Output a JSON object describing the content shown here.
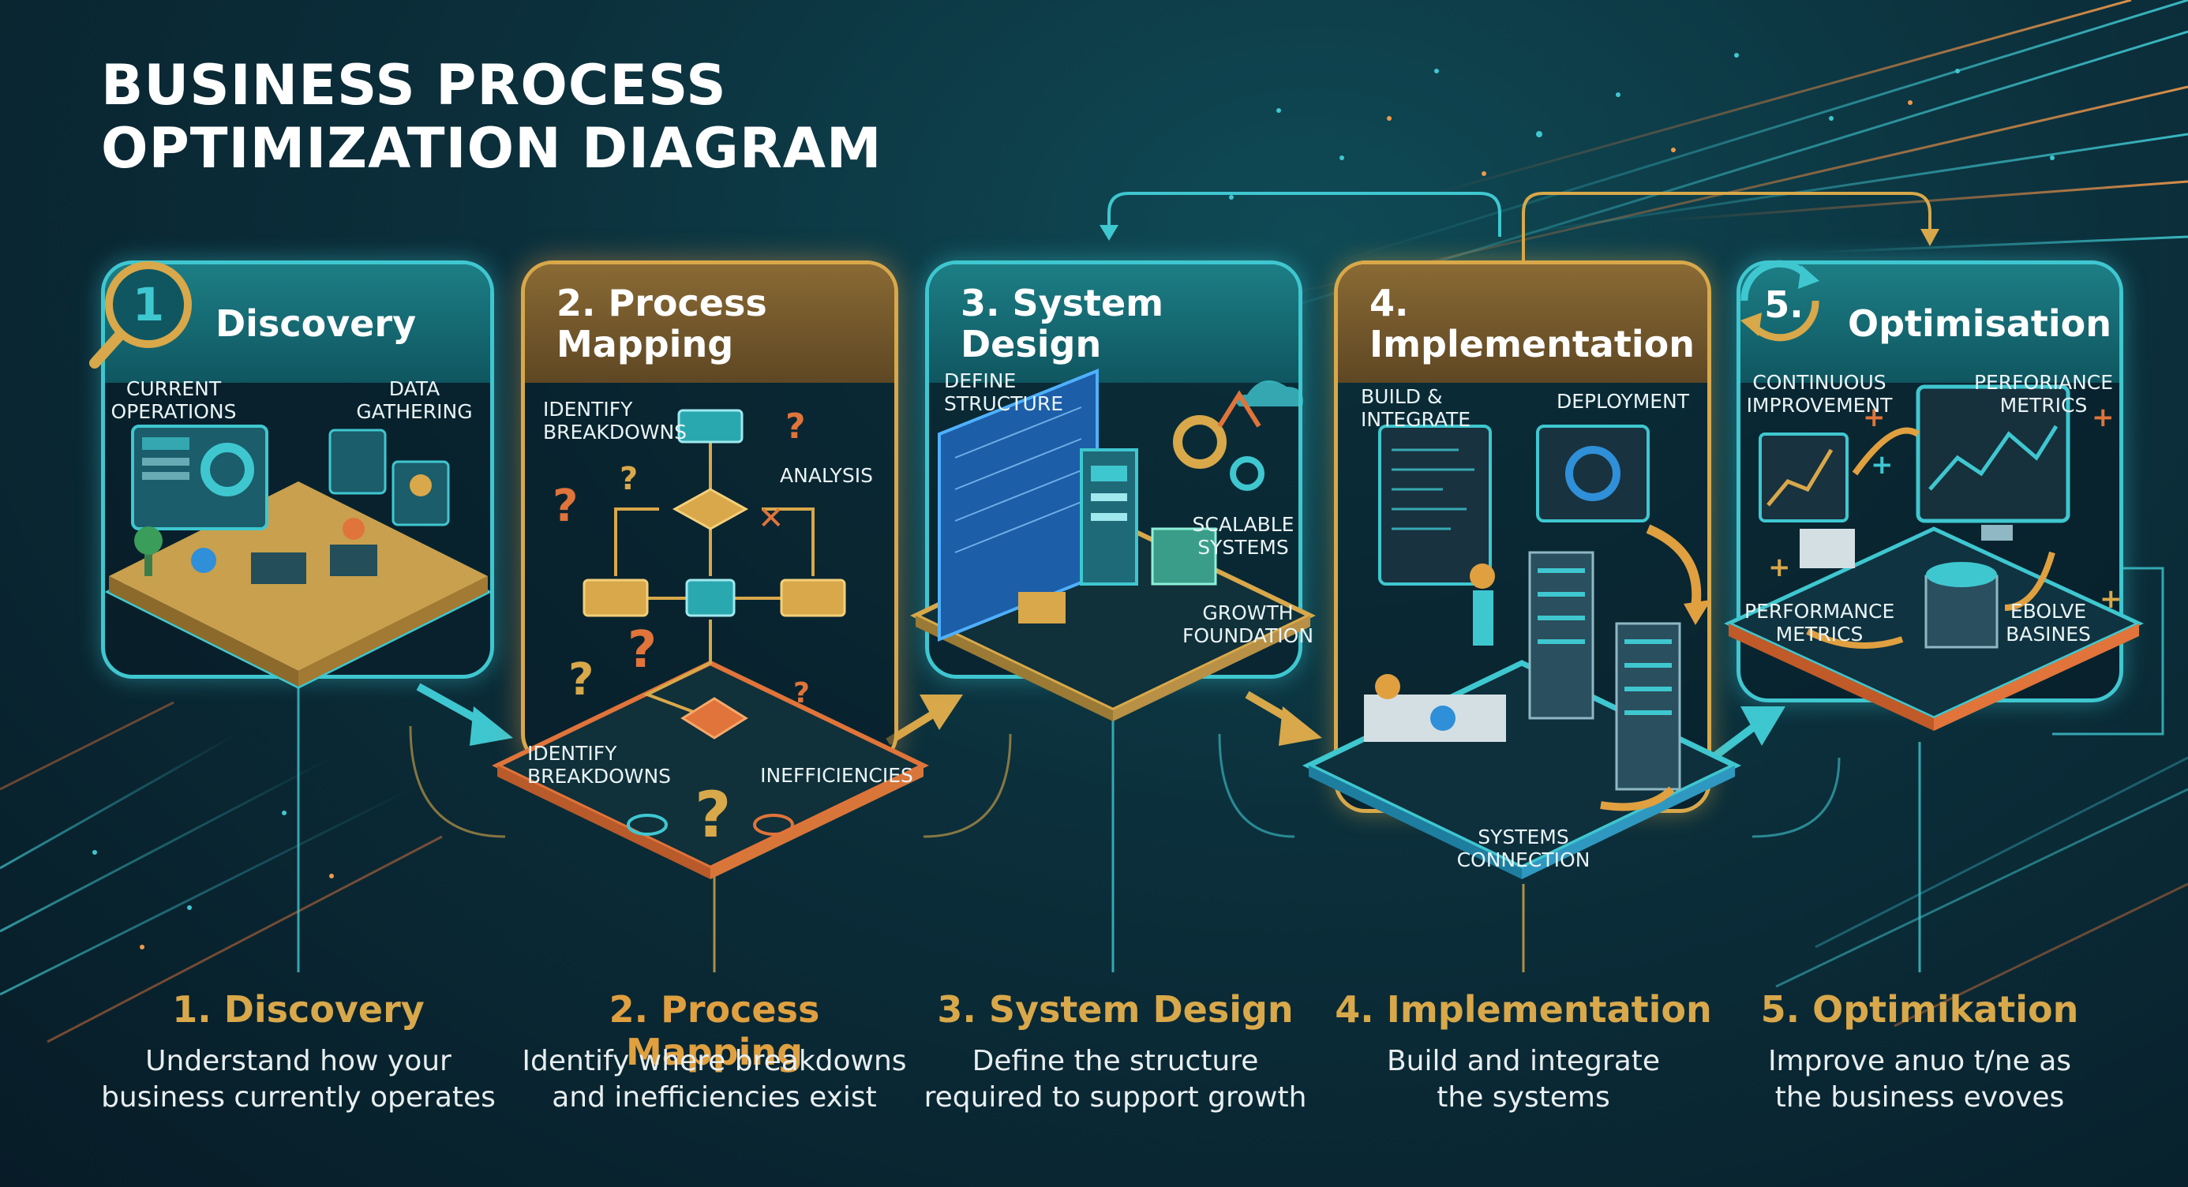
{
  "title": {
    "line1": "BUSINESS PROCESS",
    "line2": "OPTIMIZATION DIAGRAM"
  },
  "colors": {
    "teal": "#3fc7d0",
    "gold": "#d8a84a",
    "orange": "#e0743a",
    "blue": "#2f8fd8"
  },
  "stages": [
    {
      "card_title": "Discovery",
      "badge": "1",
      "callouts": [
        "CURRENT\nOPERATIONS",
        "DATA\nGATHERING"
      ],
      "label": "1. Discovery",
      "description": "Understand how your\nbusiness currently operates",
      "icon": "magnifier-icon"
    },
    {
      "card_title": "2. Process\nMapping",
      "callouts": [
        "IDENTIFY\nBREAKDOWNS",
        "ANALYSIS",
        "IDENTIFY\nBREAKDOWNS",
        "INEFFICIENCIES"
      ],
      "label": "2. Process Mapping",
      "description": "Identify where breakdowns\nand inefficiencies exist",
      "icon": "flowchart-icon"
    },
    {
      "card_title": "3. System Design",
      "callouts": [
        "DEFINE\nSTRUCTURE",
        "SCALABLE\nSYSTEMS",
        "GROWTH\nFOUNDATION"
      ],
      "label": "3. System Design",
      "description": "Define the structure\nrequired to support growth",
      "icon": "blueprint-icon"
    },
    {
      "card_title": "4. Implementation",
      "callouts": [
        "BUILD &\nINTEGRATE",
        "DEPLOYMENT",
        "SYSTEMS\nCONNECTION"
      ],
      "label": "4. Implementation",
      "description": "Build and integrate\nthe systems",
      "icon": "server-icon"
    },
    {
      "card_title": "Optimisation",
      "badge": "5.",
      "callouts": [
        "CONTINUOUS\nIMPROVEMENT",
        "PERFORIANCE\nMETRICS",
        "PERFORMANCE\nMETRICS",
        "EBOLVE\nBASINES"
      ],
      "label": "5. Optimikation",
      "description": "Improve anuo t/ne as\nthe business evoves",
      "icon": "refresh-cycle-icon"
    }
  ]
}
